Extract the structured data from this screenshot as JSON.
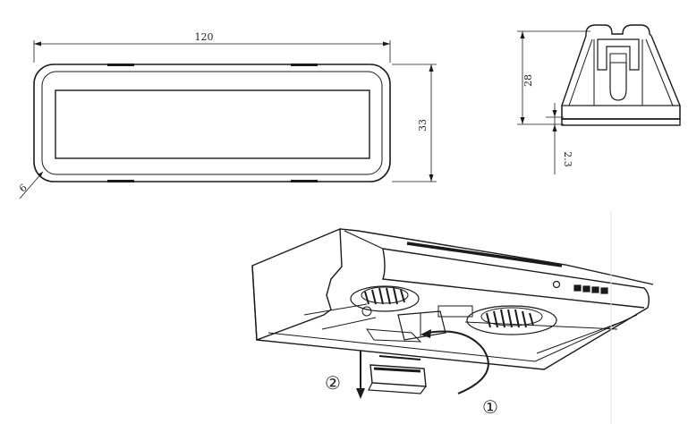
{
  "front_view": {
    "width_label": "120",
    "height_label": "33",
    "corner_label": "6"
  },
  "side_view": {
    "height_label": "28",
    "offset_label": "2.3"
  },
  "install_steps": {
    "step_1": "①",
    "step_2": "②"
  },
  "colors": {
    "line": "#1a1a1a",
    "background": "#ffffff"
  }
}
